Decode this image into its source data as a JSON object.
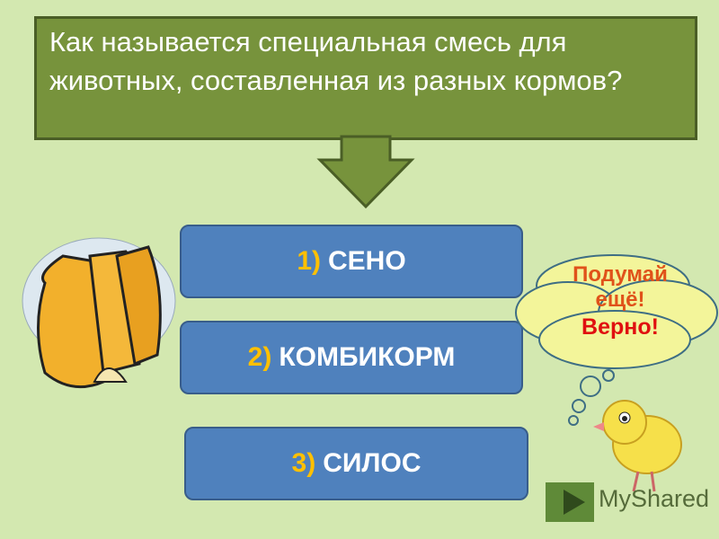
{
  "question": "Как называется специальная смесь для животных, составленная из  разных кормов?",
  "answers": [
    {
      "num": "1)",
      "label": "СЕНО"
    },
    {
      "num": "2)",
      "label": "КОМБИКОРМ"
    },
    {
      "num": "3)",
      "label": "СИЛОС"
    }
  ],
  "feedback": {
    "wrong": "Подумай ещё!",
    "right": "Верно!"
  },
  "watermark": "MyShared",
  "colors": {
    "background": "#d3e8b0",
    "question_box": "#77933c",
    "answer": "#4f81bd",
    "number": "#ffc000"
  }
}
